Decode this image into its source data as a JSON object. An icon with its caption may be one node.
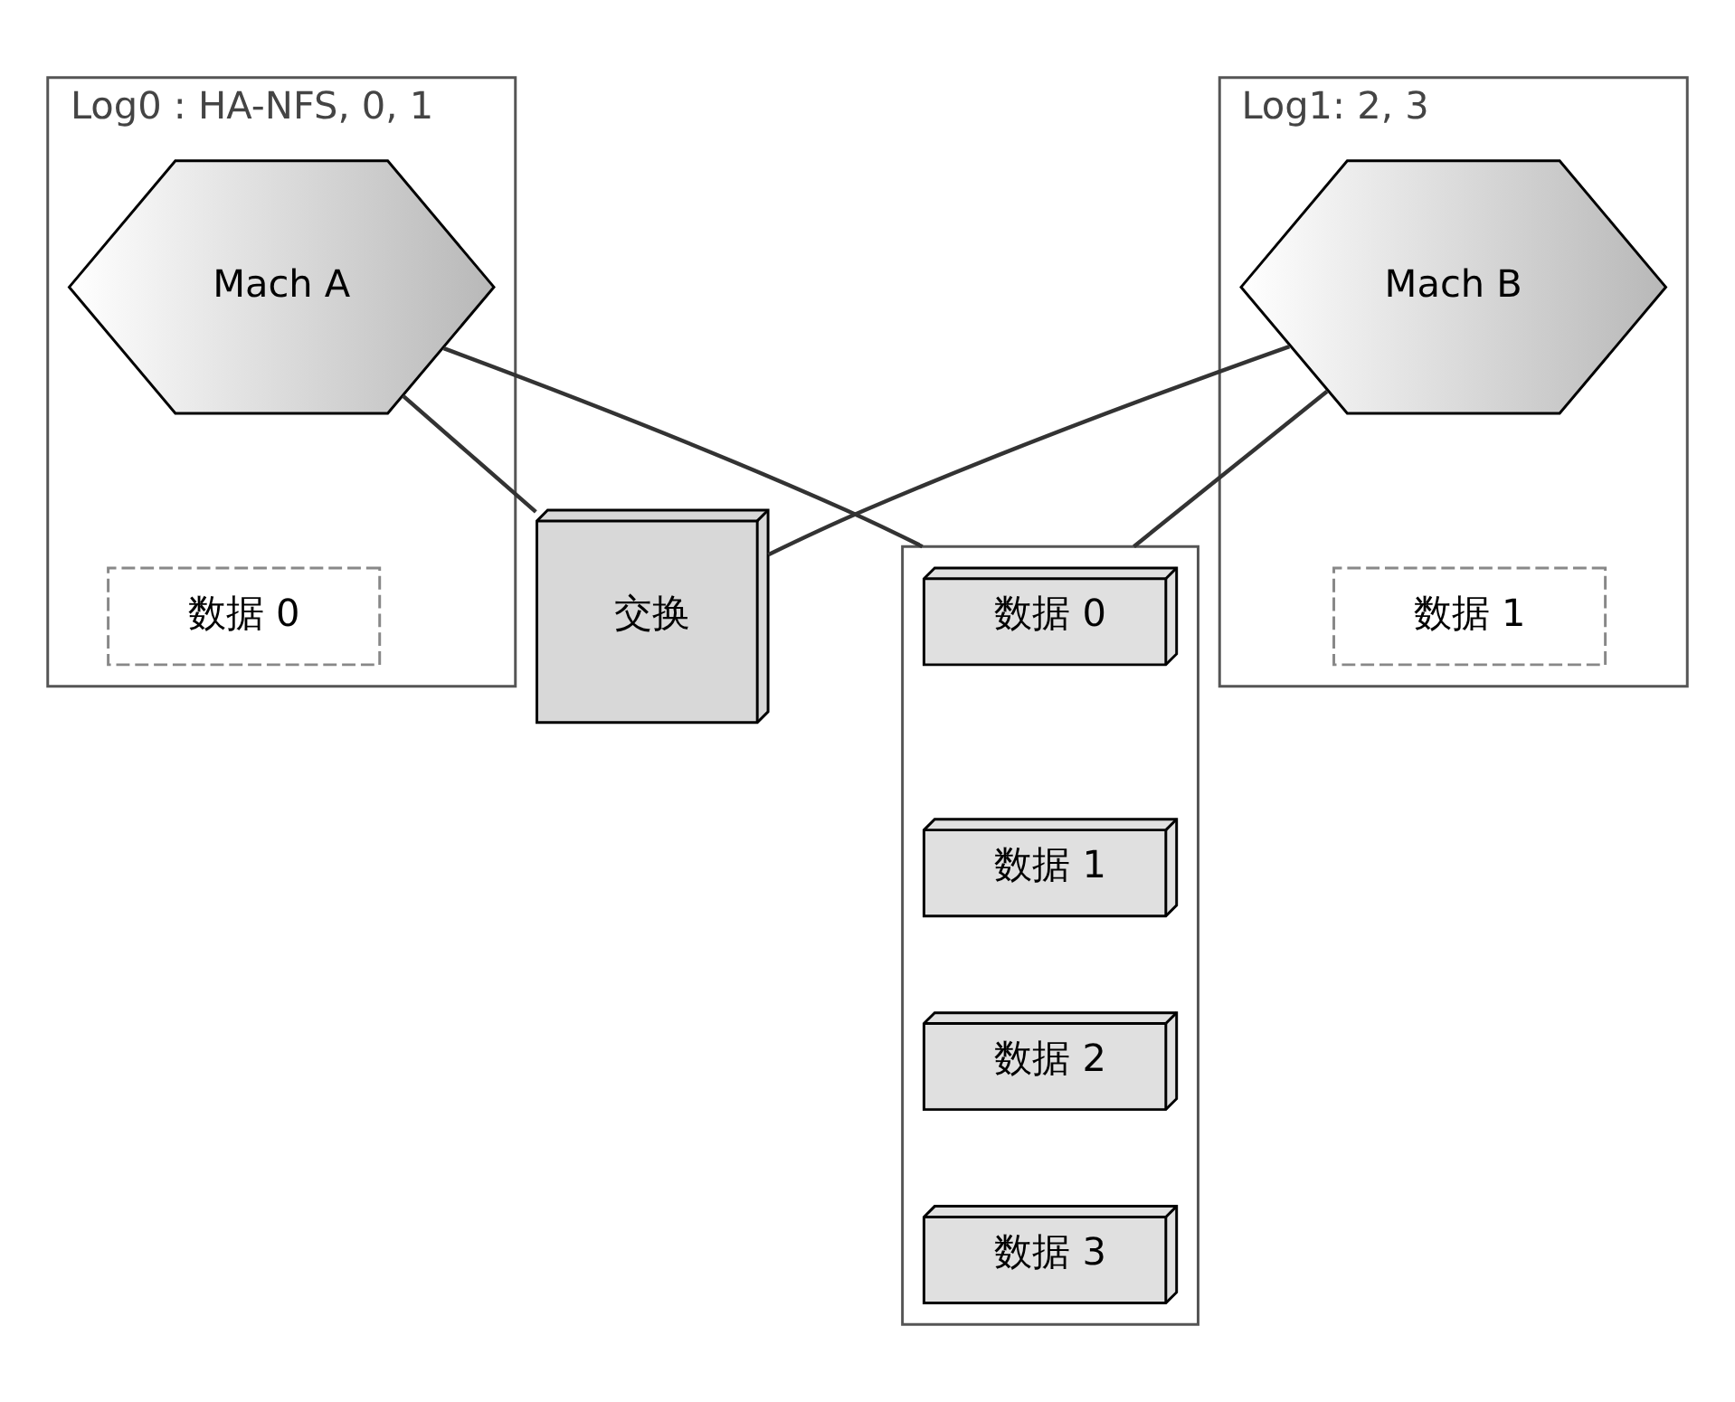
{
  "diagram": {
    "nodes": [
      {
        "text": [
          "Log0 : HA-NFS, 0, 1"
        ]
      },
      {
        "text": [
          "Mach A"
        ],
        "in": 0
      },
      {
        "text": [
          "数据 0"
        ],
        "in": 0
      },
      {
        "text": [
          "交换"
        ]
      },
      {
        "text": [
          "Log1: 2, 3"
        ]
      },
      {
        "text": [
          "Mach B"
        ],
        "in": 4
      },
      {
        "text": [
          "数据 1"
        ],
        "in": 4
      },
      {
        "text": [],
        "shape": "box"
      },
      {
        "text": [
          "数据 0"
        ],
        "in": 7
      },
      {
        "text": [
          "数据 1"
        ],
        "in": 7
      },
      {
        "text": [
          "数据 2"
        ],
        "in": 7
      },
      {
        "text": [
          "数据 3"
        ],
        "in": 7
      }
    ],
    "edges": [
      {
        "from": 1,
        "to": 3,
        "arrow": "none"
      },
      {
        "from": 5,
        "to": 3,
        "arrow": "none"
      },
      {
        "from": 1,
        "to": 7,
        "arrow": "none"
      },
      {
        "from": 5,
        "to": 7,
        "arrow": "none"
      }
    ]
  }
}
